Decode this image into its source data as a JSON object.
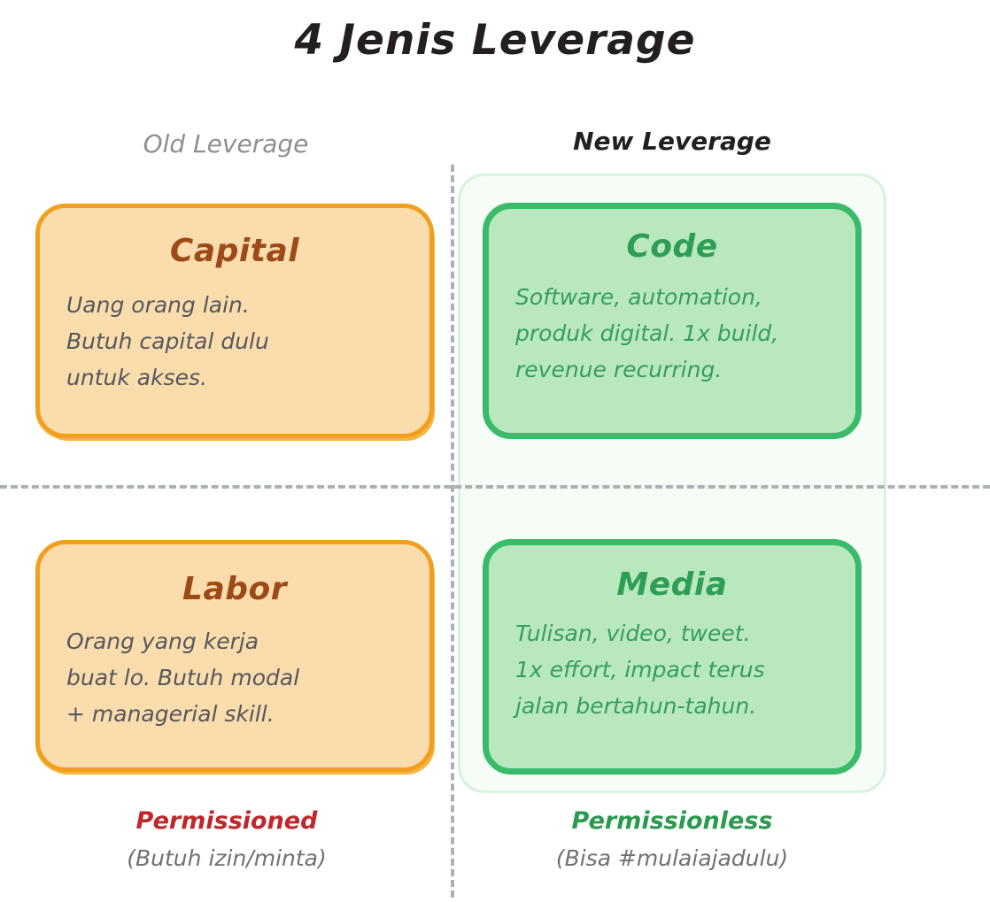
{
  "title": "4 Jenis Leverage",
  "columns": {
    "old": {
      "header": "Old Leverage"
    },
    "new": {
      "header": "New Leverage"
    }
  },
  "cards": [
    {
      "key": "capital",
      "title": "Capital",
      "body": "Uang orang lain.\nButuh capital dulu\nuntuk akses.",
      "column": "old",
      "row": "top",
      "fill": "#fbdcad",
      "border": "#f0a01e",
      "title_color": "#9c4a18",
      "body_color": "#55585e"
    },
    {
      "key": "code",
      "title": "Code",
      "body": "Software, automation,\nproduk digital. 1x build,\nrevenue recurring.",
      "column": "new",
      "row": "top",
      "fill": "#b9e8bf",
      "border": "#3bba6a",
      "title_color": "#2f9e55",
      "body_color": "#369e5d"
    },
    {
      "key": "labor",
      "title": "Labor",
      "body": "Orang yang kerja\nbuat lo. Butuh modal\n+ managerial skill.",
      "column": "old",
      "row": "bottom",
      "fill": "#fbdcad",
      "border": "#f0a01e",
      "title_color": "#9c4a18",
      "body_color": "#55585e"
    },
    {
      "key": "media",
      "title": "Media",
      "body": "Tulisan, video, tweet.\n1x effort, impact terus\njalan bertahun-tahun.",
      "column": "new",
      "row": "bottom",
      "fill": "#b9e8bf",
      "border": "#3bba6a",
      "title_color": "#2f9e55",
      "body_color": "#369e5d"
    }
  ],
  "footers": {
    "old": {
      "label": "Permissioned",
      "label_color": "#c1262b",
      "sub": "(Butuh izin/minta)"
    },
    "new": {
      "label": "Permissionless",
      "label_color": "#2a9a4e",
      "sub": "(Bisa #mulaiajadulu)"
    }
  },
  "decor": {
    "divider_color": "#adb0b4",
    "panel_fill": "#f5fdf6",
    "panel_border": "#d8f2dd",
    "background": "#ffffff"
  }
}
